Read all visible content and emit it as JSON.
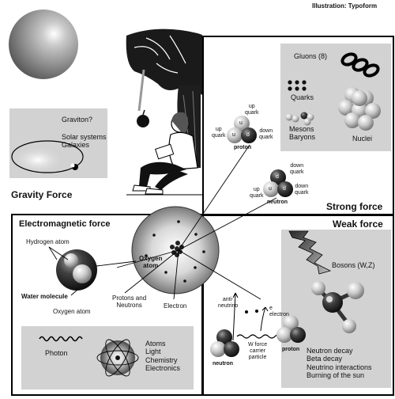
{
  "credit": "Illustration: Typoform",
  "gravity": {
    "title": "Gravity Force",
    "graviton": "Graviton?",
    "systems": "Solar systems\nGalaxies"
  },
  "strong": {
    "title": "Strong force",
    "gluons": "Gluons (8)",
    "quarks": "Quarks",
    "hadrons": "Mesons\nBaryons",
    "nuclei": "Nuclei",
    "proton_label": "proton",
    "neutron_label": "neutron",
    "up_quark": "up\nquark",
    "down_quark": "down\nquark",
    "u": "u",
    "d": "d"
  },
  "em": {
    "title": "Electromagnetic force",
    "hydrogen_atom": "Hydrogen atom",
    "water_molecule": "Water molecule",
    "oxygen_atom_small": "Oxygen atom",
    "oxygen_atom": "Oxygen\natom",
    "protons_neutrons": "Protons and\nNeutrons",
    "electron": "Electron",
    "photon": "Photon",
    "topics": "Atoms\nLight\nChemistry\nElectronics"
  },
  "weak": {
    "title": "Weak force",
    "bosons": "Bosons (W,Z)",
    "phenomena": "Neutron decay\nBeta decay\nNeutrino interactions\nBurning of the sun",
    "anti_neutrino": "anti-\nneutrino",
    "electron": "e\nelectron",
    "w_carrier": "W force\ncarrier\nparticle",
    "neutron_label": "neutron",
    "proton_label": "proton"
  }
}
